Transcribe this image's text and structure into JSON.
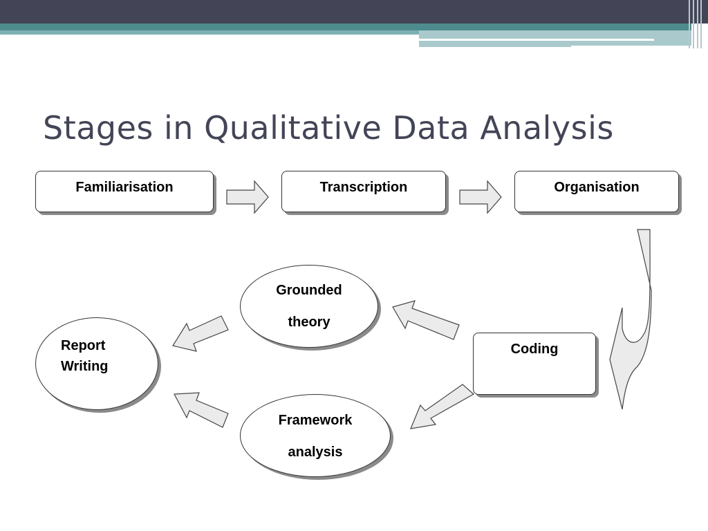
{
  "slide": {
    "title": "Stages in Qualitative Data Analysis"
  },
  "diagram": {
    "stages": {
      "familiarisation": "Familiarisation",
      "transcription": "Transcription",
      "organisation": "Organisation",
      "coding": "Coding",
      "grounded_theory": {
        "line1": "Grounded",
        "line2": "theory"
      },
      "framework_analysis": {
        "line1": "Framework",
        "line2": "analysis"
      },
      "report_writing": {
        "line1": "Report",
        "line2": "Writing"
      }
    },
    "colors": {
      "arrow_fill": "#ebebeb",
      "shape_border": "#333333",
      "shadow": "#8a8a8a",
      "title_text": "#434557",
      "header_dark": "#434557",
      "header_teal": "#4e8b8d"
    }
  }
}
